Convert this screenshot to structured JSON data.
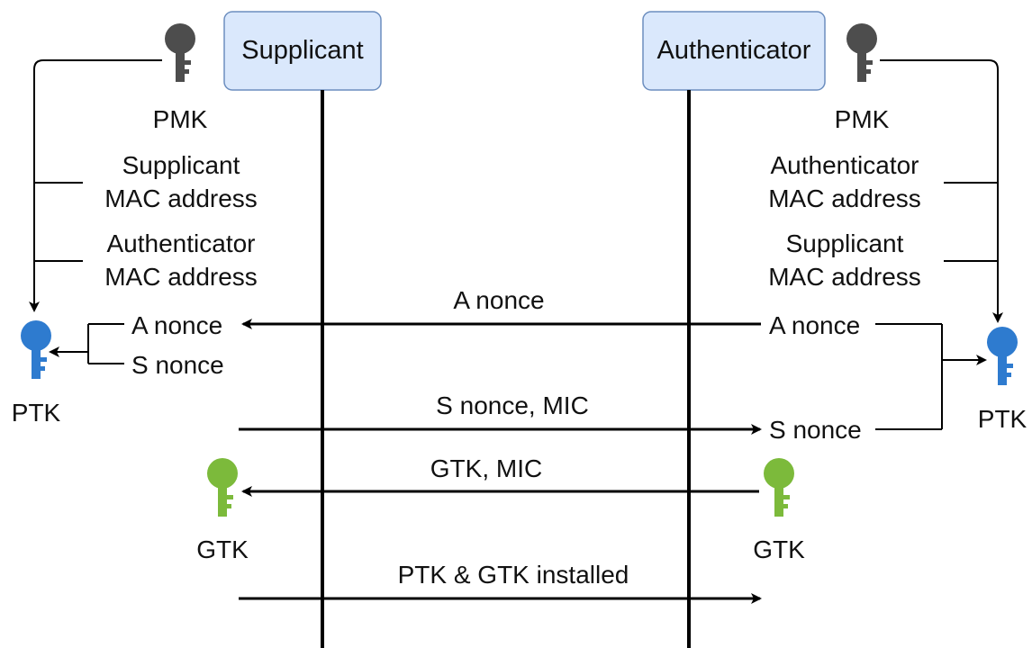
{
  "participants": {
    "supplicant": "Supplicant",
    "authenticator": "Authenticator"
  },
  "left_side": {
    "pmk_label": "PMK",
    "supplicant_mac_line1": "Supplicant",
    "supplicant_mac_line2": "MAC address",
    "authenticator_mac_line1": "Authenticator",
    "authenticator_mac_line2": "MAC address",
    "a_nonce": "A nonce",
    "s_nonce": "S nonce",
    "ptk_label": "PTK",
    "gtk_label": "GTK"
  },
  "right_side": {
    "pmk_label": "PMK",
    "authenticator_mac_line1": "Authenticator",
    "authenticator_mac_line2": "MAC address",
    "supplicant_mac_line1": "Supplicant",
    "supplicant_mac_line2": "MAC address",
    "a_nonce": "A nonce",
    "s_nonce": "S nonce",
    "ptk_label": "PTK",
    "gtk_label": "GTK"
  },
  "messages": {
    "msg1": "A nonce",
    "msg2": "S nonce, MIC",
    "msg3": "GTK, MIC",
    "msg4": "PTK & GTK installed"
  },
  "colors": {
    "pmk_key": "#4d4d4d",
    "ptk_key": "#2e7bcf",
    "gtk_key": "#7cba3b",
    "participant_fill": "#dae8fc",
    "participant_stroke": "#6c8ebf",
    "line": "#000000"
  },
  "icons": {
    "pmk": "key-icon",
    "ptk": "key-icon",
    "gtk": "key-icon"
  }
}
